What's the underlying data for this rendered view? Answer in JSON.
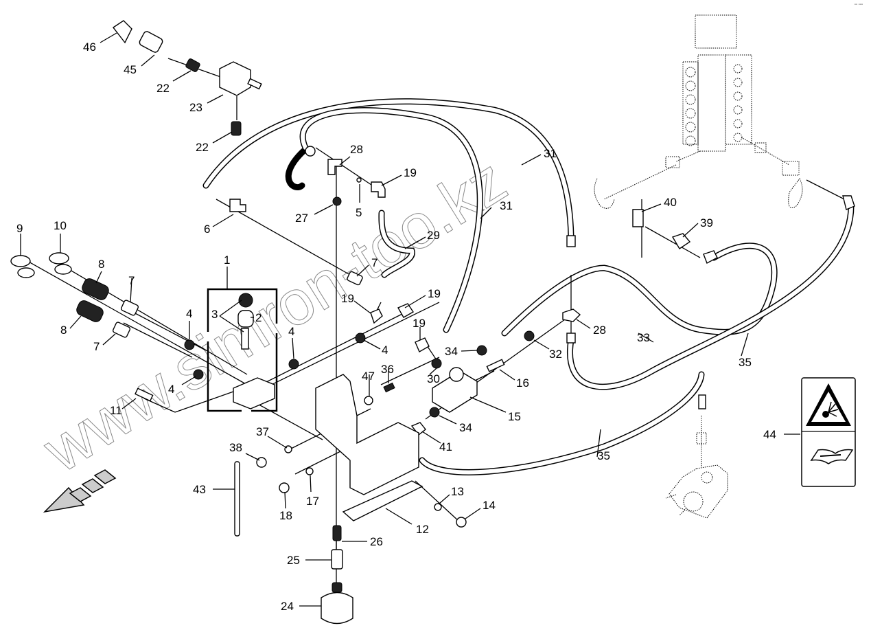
{
  "watermark": "www.simron-too.kz",
  "corner_mark": "▪▪ ▪▪▪",
  "labels": [
    {
      "id": "46",
      "text": "46"
    },
    {
      "id": "45",
      "text": "45"
    },
    {
      "id": "22a",
      "text": "22"
    },
    {
      "id": "23",
      "text": "23"
    },
    {
      "id": "22b",
      "text": "22"
    },
    {
      "id": "28a",
      "text": "28"
    },
    {
      "id": "19a",
      "text": "19"
    },
    {
      "id": "31a",
      "text": "31"
    },
    {
      "id": "27",
      "text": "27"
    },
    {
      "id": "5",
      "text": "5"
    },
    {
      "id": "31b",
      "text": "31"
    },
    {
      "id": "6",
      "text": "6"
    },
    {
      "id": "29",
      "text": "29"
    },
    {
      "id": "40",
      "text": "40"
    },
    {
      "id": "39",
      "text": "39"
    },
    {
      "id": "9",
      "text": "9"
    },
    {
      "id": "10",
      "text": "10"
    },
    {
      "id": "8a",
      "text": "8"
    },
    {
      "id": "7a",
      "text": "7"
    },
    {
      "id": "1",
      "text": "1"
    },
    {
      "id": "7b",
      "text": "7"
    },
    {
      "id": "19b",
      "text": "19"
    },
    {
      "id": "19c",
      "text": "19"
    },
    {
      "id": "3",
      "text": "3"
    },
    {
      "id": "2",
      "text": "2"
    },
    {
      "id": "4a",
      "text": "4"
    },
    {
      "id": "8b",
      "text": "8"
    },
    {
      "id": "7c",
      "text": "7"
    },
    {
      "id": "4b",
      "text": "4"
    },
    {
      "id": "4c",
      "text": "4"
    },
    {
      "id": "19d",
      "text": "19"
    },
    {
      "id": "28b",
      "text": "28"
    },
    {
      "id": "33",
      "text": "33"
    },
    {
      "id": "35a",
      "text": "35"
    },
    {
      "id": "34a",
      "text": "34"
    },
    {
      "id": "32",
      "text": "32"
    },
    {
      "id": "30",
      "text": "30"
    },
    {
      "id": "47",
      "text": "47"
    },
    {
      "id": "36",
      "text": "36"
    },
    {
      "id": "16",
      "text": "16"
    },
    {
      "id": "4d",
      "text": "4"
    },
    {
      "id": "11",
      "text": "11"
    },
    {
      "id": "15",
      "text": "15"
    },
    {
      "id": "37",
      "text": "37"
    },
    {
      "id": "34b",
      "text": "34"
    },
    {
      "id": "41",
      "text": "41"
    },
    {
      "id": "38",
      "text": "38"
    },
    {
      "id": "35b",
      "text": "35"
    },
    {
      "id": "44",
      "text": "44"
    },
    {
      "id": "43",
      "text": "43"
    },
    {
      "id": "17",
      "text": "17"
    },
    {
      "id": "18",
      "text": "18"
    },
    {
      "id": "13",
      "text": "13"
    },
    {
      "id": "14",
      "text": "14"
    },
    {
      "id": "12",
      "text": "12"
    },
    {
      "id": "26",
      "text": "26"
    },
    {
      "id": "25",
      "text": "25"
    },
    {
      "id": "24",
      "text": "24"
    }
  ],
  "icons": {
    "front_direction": "direction-arrow-icon",
    "warning_explosion": "explosion-warning-icon",
    "manual": "read-manual-icon"
  }
}
